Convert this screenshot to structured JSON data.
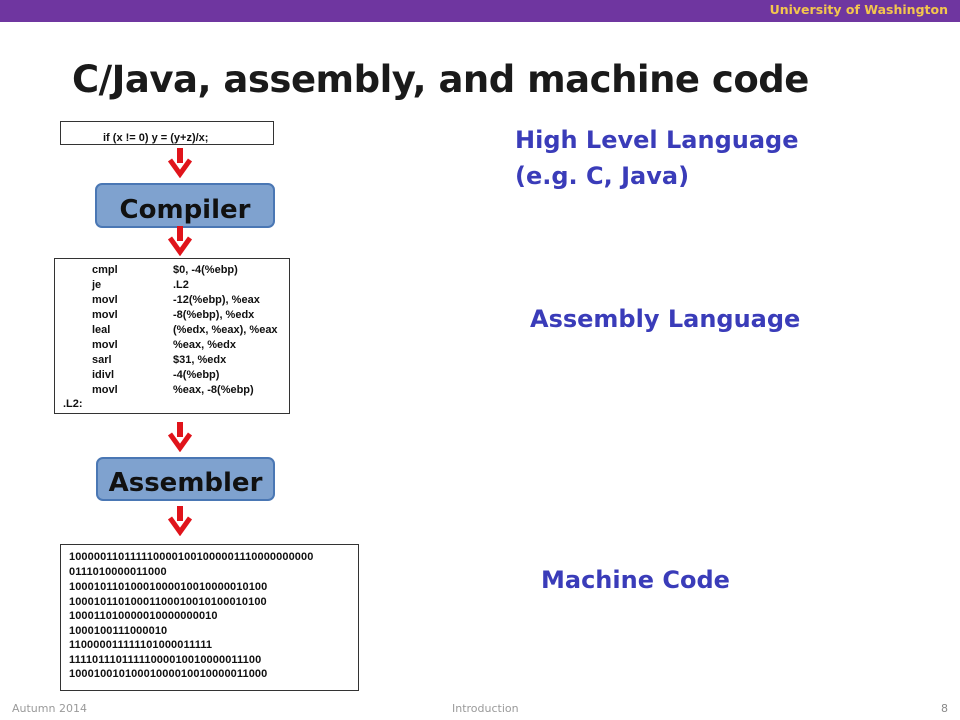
{
  "header": {
    "institution": "University of Washington"
  },
  "title": "C/Java, assembly, and machine code",
  "c_code": "if (x != 0) y = (y+z)/x;",
  "stages": {
    "compiler": "Compiler",
    "assembler": "Assembler"
  },
  "assembly": {
    "lines": [
      {
        "op": "cmpl",
        "arg": "$0, -4(%ebp)"
      },
      {
        "op": "je",
        "arg": ".L2"
      },
      {
        "op": "movl",
        "arg": "-12(%ebp), %eax"
      },
      {
        "op": "movl",
        "arg": "-8(%ebp), %edx"
      },
      {
        "op": "leal",
        "arg": "(%edx, %eax), %eax"
      },
      {
        "op": "movl",
        "arg": "%eax, %edx"
      },
      {
        "op": "sarl",
        "arg": "$31, %edx"
      },
      {
        "op": "idivl",
        "arg": "-4(%ebp)"
      },
      {
        "op": "movl",
        "arg": "%eax, -8(%ebp)"
      }
    ],
    "label": ".L2:"
  },
  "machine_code": [
    "1000001101111100001001000001110000000000",
    "0111010000011000",
    "10001011010001000010010000010100",
    "10001011010001100010010100010100",
    "100011010000010000000010",
    "1000100111000010",
    "110000011111101000011111",
    "11110111011111000010010000011100",
    "10001001010001000010010000011000"
  ],
  "side_labels": {
    "high_level_line1": "High Level Language",
    "high_level_line2": "(e.g. C, Java)",
    "assembly": "Assembly Language",
    "machine": "Machine Code"
  },
  "footer": {
    "term": "Autumn 2014",
    "section": "Introduction",
    "page": "8"
  },
  "colors": {
    "header_bar": "#6f36a0",
    "header_text": "#f3c64d",
    "arrow": "#e0141b",
    "label": "#3a3cb9",
    "stage_fill": "#7fa2cf"
  }
}
